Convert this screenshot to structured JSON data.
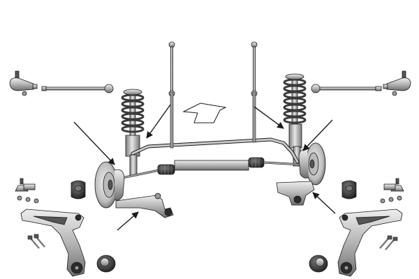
{
  "diagram": {
    "style": "technical-illustration",
    "background": "#ffffff",
    "colors": {
      "outline": "#1a1a1a",
      "metal_light": "#d9d9d9",
      "metal_mid": "#a6a6a6",
      "metal_dark": "#555555",
      "rubber": "#2b2b2b",
      "arrow": "#1a1a1a",
      "direction_arrow_fill": "#ffffff"
    },
    "components": [
      {
        "name": "stabilizer-link-left"
      },
      {
        "name": "stabilizer-link-right"
      },
      {
        "name": "tie-rod-end-left"
      },
      {
        "name": "tie-rod-end-right"
      },
      {
        "name": "inner-tie-rod-left"
      },
      {
        "name": "inner-tie-rod-right"
      },
      {
        "name": "strut-spring-left"
      },
      {
        "name": "strut-spring-right"
      },
      {
        "name": "direction-arrow"
      },
      {
        "name": "stabilizer-bar"
      },
      {
        "name": "steering-rack"
      },
      {
        "name": "brake-disc-left"
      },
      {
        "name": "brake-disc-right"
      },
      {
        "name": "control-arm-installed-left"
      },
      {
        "name": "control-arm-installed-right"
      },
      {
        "name": "ball-joint-left"
      },
      {
        "name": "ball-joint-right"
      },
      {
        "name": "stabilizer-bushing-left"
      },
      {
        "name": "stabilizer-bushing-right"
      },
      {
        "name": "control-arm-left"
      },
      {
        "name": "control-arm-right"
      },
      {
        "name": "bolts-left"
      },
      {
        "name": "bolts-right"
      },
      {
        "name": "control-arm-bushing-left"
      },
      {
        "name": "control-arm-bushing-right"
      }
    ]
  }
}
